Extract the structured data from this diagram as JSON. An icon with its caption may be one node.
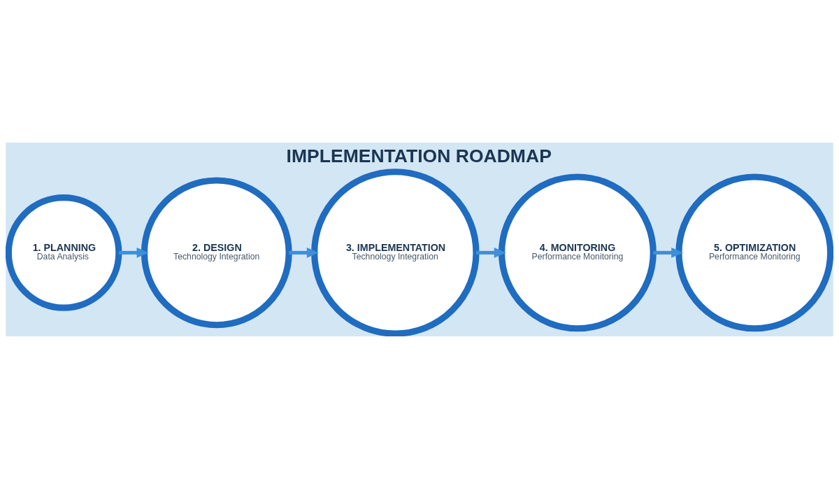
{
  "diagram": {
    "title": "IMPLEMENTATION ROADMAP",
    "nodes": [
      {
        "text": [
          "1. PLANNING",
          "Data Analysis"
        ]
      },
      {
        "text": [
          "2. DESIGN",
          "Technology Integration"
        ]
      },
      {
        "text": [
          "3. IMPLEMENTATION",
          "Technology Integration"
        ]
      },
      {
        "text": [
          "4. MONITORING",
          "Performance Monitoring"
        ]
      },
      {
        "text": [
          "5. OPTIMIZATION",
          "Performance Monitoring"
        ]
      }
    ],
    "edges": [
      {
        "from": 0,
        "to": 1,
        "arrow": "to"
      },
      {
        "from": 1,
        "to": 2,
        "arrow": "to"
      },
      {
        "from": 2,
        "to": 3,
        "arrow": "to"
      },
      {
        "from": 3,
        "to": 4,
        "arrow": "to"
      }
    ]
  }
}
